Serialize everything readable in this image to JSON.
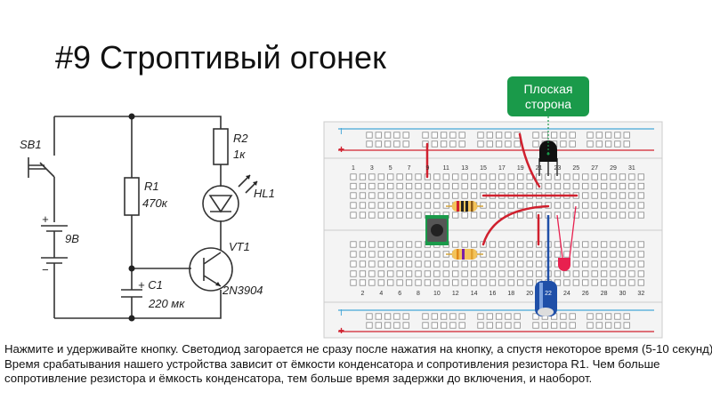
{
  "slide": {
    "title": "#9 Строптивый огонек",
    "description": "Нажмите и удерживайте кнопку. Светодиод загорается не сразу после нажатия на кнопку, а спустя некоторое время (5-10 секунд). Время срабатывания нашего устройства зависит от ёмкости конденсатора и сопротивления резистора R1. Чем больше сопротивление резистора и ёмкость конденсатора, тем больше время задержки до включения, и наоборот."
  },
  "schematic": {
    "switch_label": "SB1",
    "battery_label": "9В",
    "battery_plus": "+",
    "battery_minus": "−",
    "r1_label": "R1",
    "r1_value": "470к",
    "r2_label": "R2",
    "r2_value": "1к",
    "led_label": "HL1",
    "transistor_label": "VT1",
    "transistor_model": "2N3904",
    "c1_label": "+ C1",
    "c1_value": "220 мк"
  },
  "breadboard": {
    "callout": [
      "Плоская",
      "сторона"
    ],
    "rail_minus": "I",
    "rail_plus": "+",
    "top_numbers": [
      "1",
      "3",
      "5",
      "7",
      "9",
      "11",
      "13",
      "15",
      "17",
      "19",
      "21",
      "23",
      "25",
      "27",
      "29",
      "31"
    ],
    "bottom_numbers": [
      "2",
      "4",
      "6",
      "8",
      "10",
      "12",
      "14",
      "16",
      "18",
      "20",
      "22",
      "24",
      "26",
      "28",
      "30",
      "32"
    ],
    "colors": {
      "wire": "#d0202e",
      "rail_blue": "#46a6d8",
      "rail_red": "#d0202e",
      "callout": "#1a9a4a",
      "capacitor": "#1f4fa8",
      "led": "#e8204f"
    }
  }
}
